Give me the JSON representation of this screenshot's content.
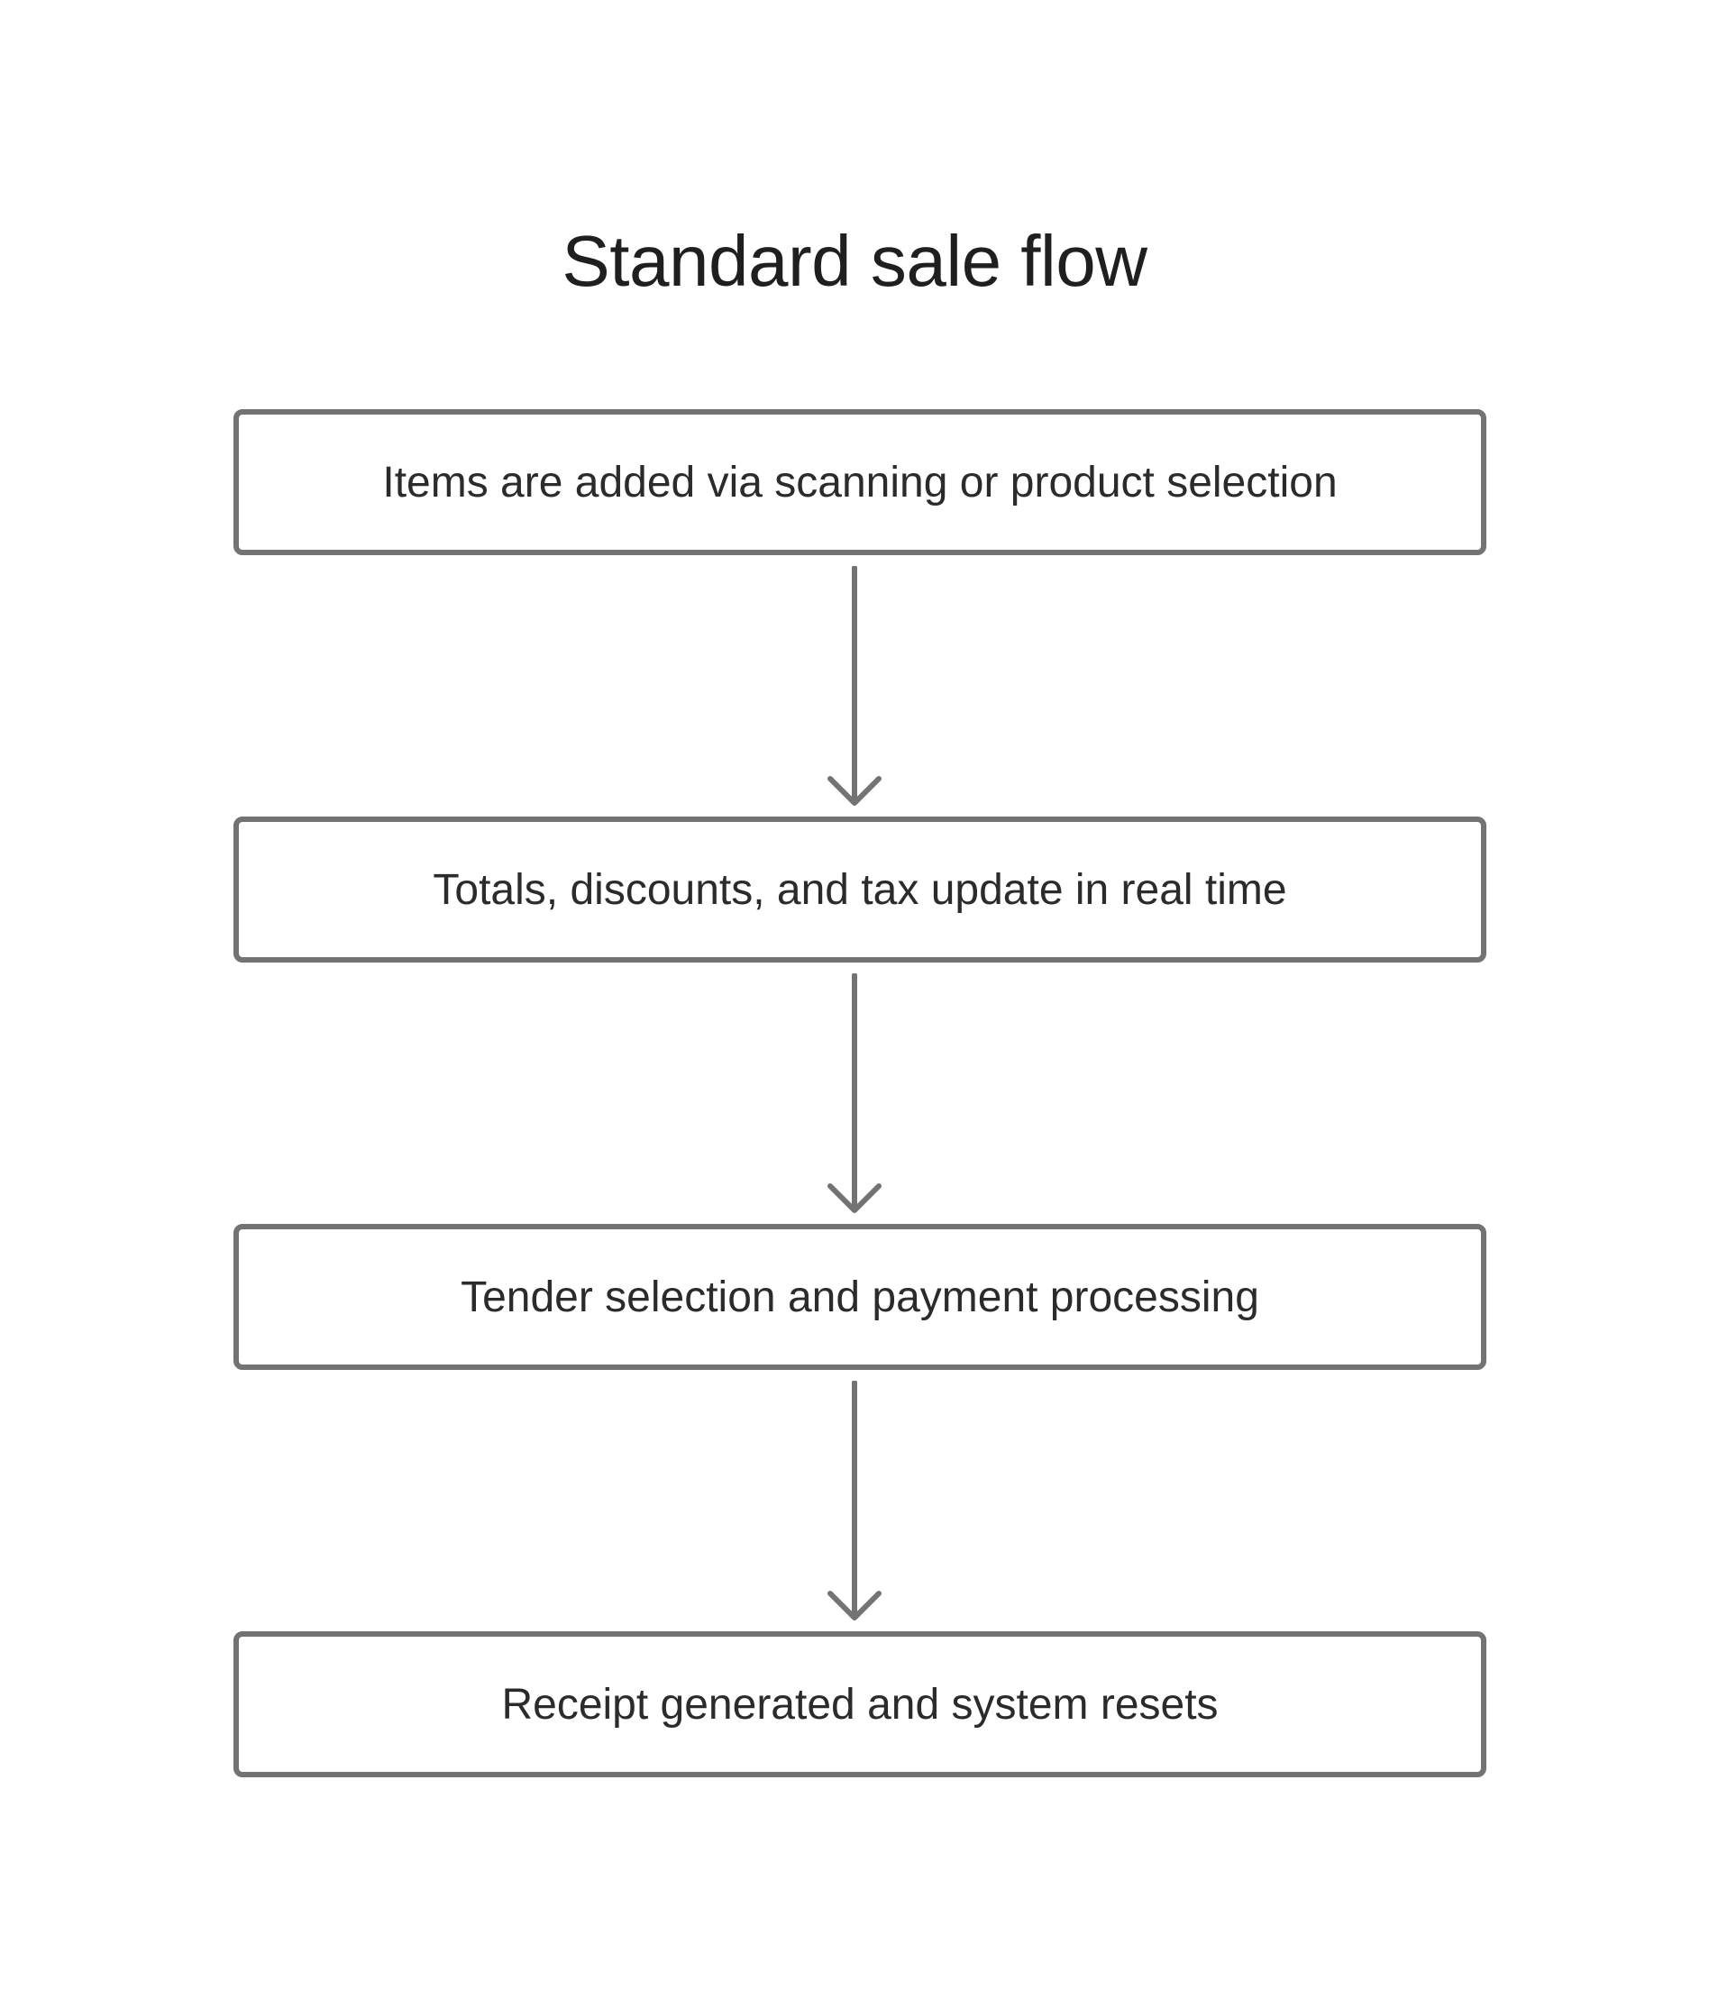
{
  "title": "Standard sale flow",
  "steps": [
    {
      "label": "Items are added via scanning or product selection"
    },
    {
      "label": "Totals, discounts, and tax update in real time"
    },
    {
      "label": "Tender selection and payment processing"
    },
    {
      "label": "Receipt generated and system resets"
    }
  ],
  "colors": {
    "box_border": "#737373",
    "arrow": "#737373",
    "title_text": "#1f1f1f",
    "step_text": "#2b2b2b"
  }
}
